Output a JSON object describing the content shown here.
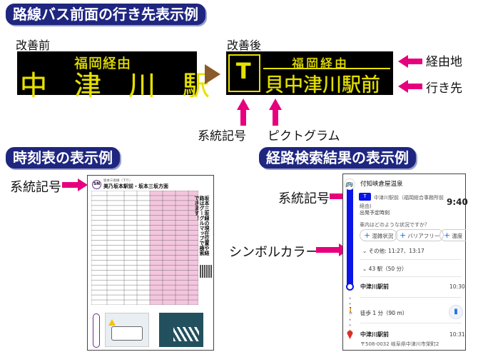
{
  "sections": {
    "bus_front": "路線バス前面の行き先表示例",
    "timetable": "時刻表の表示例",
    "route_search": "経路検索結果の表示例"
  },
  "before": {
    "label": "改善前",
    "via": "福岡経由",
    "destination": "中　津　川　駅"
  },
  "after": {
    "label": "改善後",
    "route_code": "T",
    "via": "福岡経由",
    "pictogram": "貝",
    "destination": "中津川駅前"
  },
  "annotations": {
    "via_place": "経由地",
    "destination": "行き先",
    "route_code": "系統記号",
    "pictogram": "ピクトグラム",
    "symbol_color": "シンボルカラー"
  },
  "timetable_sheet": {
    "route_badge": "SN",
    "line_name": "坂本三坂線（下り）",
    "direction": "美乃坂本駅前・坂本三坂方面",
    "side_note": "坂本三坂線の現在位置や経路はグーグルマップで検索できます！"
  },
  "route_result": {
    "symbol_color": "#0a14e6",
    "headsign": "付知峡倉屋温泉",
    "route_badge": "T",
    "route_desc_1": "中津川駅前（福岡総合事務所前",
    "route_desc_2": "経由)",
    "depart_time": "9:40",
    "depart_label": "出発予定時刻",
    "question": "車内はどのような状況ですか？",
    "chips": [
      "混雑状況",
      "バリアフリー",
      "温度"
    ],
    "others": "その他: 11:27、13:17",
    "stops": "43 駅（50 分）",
    "arrive_stop": "中津川駅前",
    "arrive_time": "10:30",
    "walk": "徒歩 1 分（90 m）",
    "dest_stop": "中津川駅前",
    "dest_time": "10:31",
    "dest_address": "〒508-0032 岐阜県中津川市栄町2"
  }
}
